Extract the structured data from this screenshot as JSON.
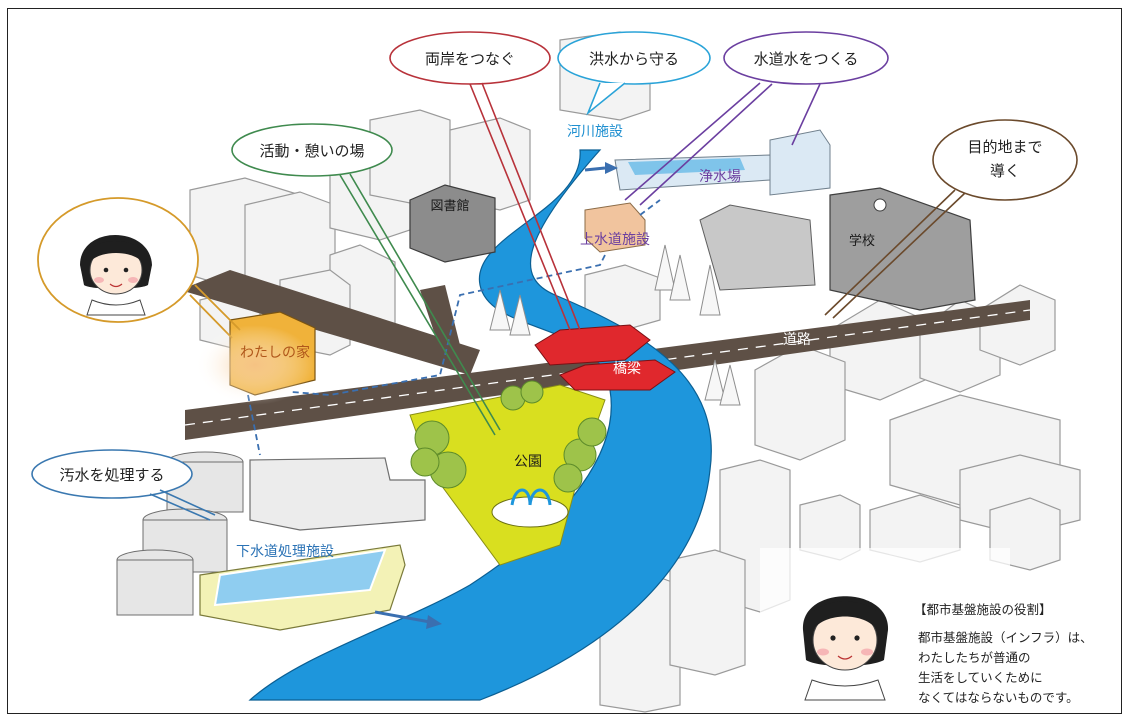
{
  "callouts": {
    "bridge": "両岸をつなぐ",
    "flood": "洪水から守る",
    "water": "水道水をつくる",
    "park": "活動・憩いの場",
    "road": [
      "目的地まで",
      "導く"
    ],
    "sewage": "汚水を処理する"
  },
  "labels": {
    "river": "河川施設",
    "purification": "浄水場",
    "library": "図書館",
    "water_supply": "上水道施設",
    "school": "学校",
    "my_house": "わたしの家",
    "road": "道路",
    "bridge": "橋梁",
    "park": "公園",
    "sewage_plant": "下水道処理施設"
  },
  "note": {
    "title": "【都市基盤施設の役割】",
    "lines": [
      "都市基盤施設（インフラ）は、",
      "わたしたちが普通の",
      "生活をしていくために",
      "なくてはならないものです。"
    ]
  },
  "colors": {
    "river": "#1e96dc",
    "bridge": "#e0282d",
    "park": "#d9df1f",
    "house": "#f0b23a",
    "road": "#5e5046",
    "water_callout": "#6b3fa0",
    "flood_callout": "#2aa3d8",
    "bridge_callout": "#b8323a",
    "park_callout": "#3f8a4e",
    "road_callout": "#6b4a2c",
    "sewage_callout": "#3a78b0"
  }
}
